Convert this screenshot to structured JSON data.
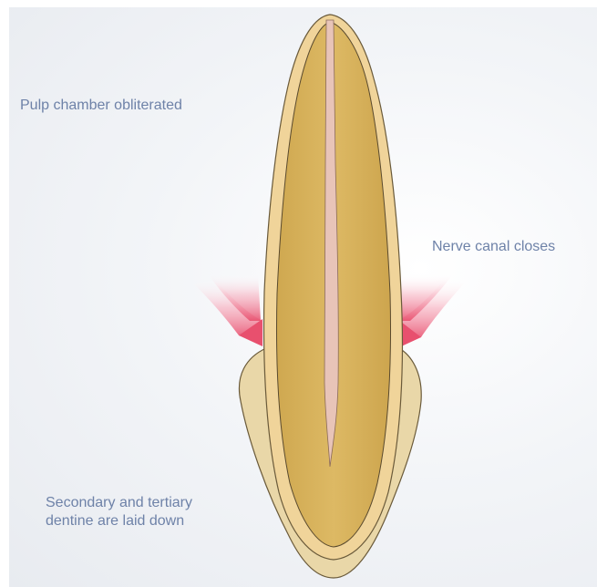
{
  "labels": {
    "pulp_chamber": "Pulp chamber obliterated",
    "nerve_canal": "Nerve canal closes",
    "dentine_line1": "Secondary and tertiary",
    "dentine_line2": "dentine are laid down"
  },
  "colors": {
    "label_text": "#6e82a8",
    "enamel": "#f0d49a",
    "dentine_body": "#d8b460",
    "root_outer": "#e9d7a8",
    "pulp_canal": "#e8c4b8",
    "outline": "#5a4a2e",
    "arrow_red": "#e8506e"
  }
}
